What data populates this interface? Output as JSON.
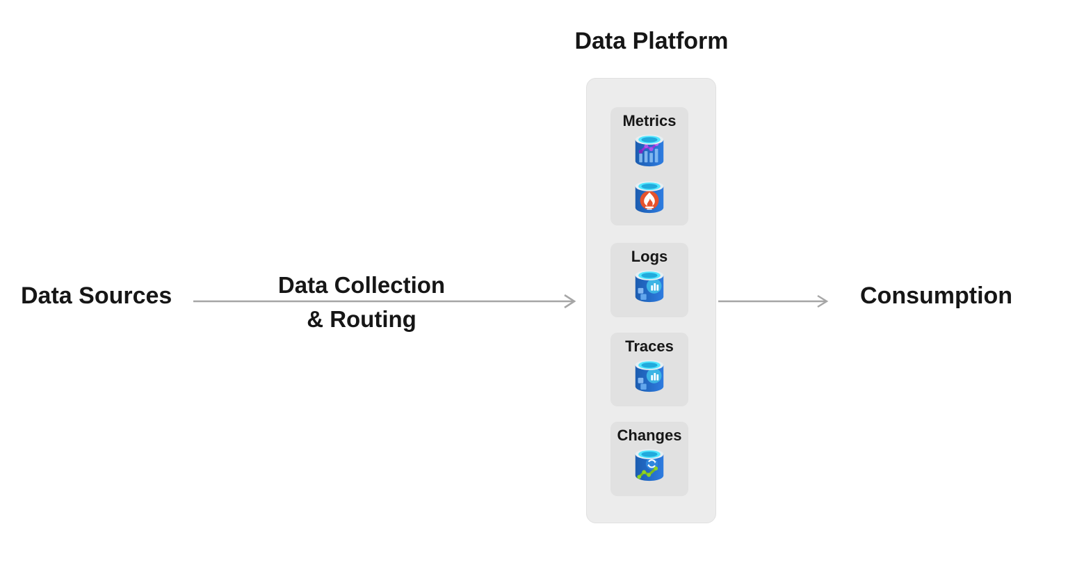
{
  "title": "Data Platform",
  "labels": {
    "data_sources": "Data Sources",
    "flow_line1": "Data Collection",
    "flow_line2": "& Routing",
    "consumption": "Consumption"
  },
  "platform": {
    "boxes": [
      {
        "label": "Metrics",
        "icons": [
          "azure-monitor-metrics-icon",
          "managed-prometheus-icon"
        ]
      },
      {
        "label": "Logs",
        "icons": [
          "log-analytics-icon"
        ]
      },
      {
        "label": "Traces",
        "icons": [
          "log-analytics-icon"
        ]
      },
      {
        "label": "Changes",
        "icons": [
          "change-analysis-icon"
        ]
      }
    ]
  },
  "colors": {
    "background": "#ffffff",
    "container_bg": "#ececec",
    "box_bg": "#e1e1e1",
    "text": "#161616",
    "arrow_gray": "#a6a6a6",
    "cylinder_blue_dark": "#1b5cb0",
    "cylinder_blue_light": "#2e7ce0",
    "cylinder_rim_cyan": "#50e6ff",
    "cylinder_center_teal": "#21aadc",
    "prometheus_orange": "#e6522c",
    "metrics_purple": "#a04ae0",
    "log_circle_teal": "#3cb4e5",
    "changes_green_line": "#79b91e",
    "changes_green_dot": "#8fd323"
  }
}
